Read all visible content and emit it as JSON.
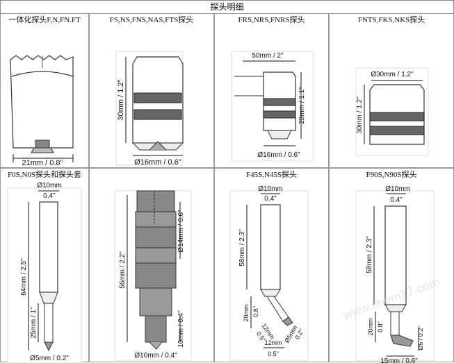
{
  "header": {
    "title": "探头明细"
  },
  "probes": [
    {
      "caption": "一体化探头F,N,FN.FT",
      "dims": {
        "width": "21mm / 0.8\""
      }
    },
    {
      "caption": "FS,NS,FNS,NAS,FTS探头",
      "dims": {
        "height": "30mm / 1.2\"",
        "diameter": "Ø16mm / 0.6\""
      }
    },
    {
      "caption": "FRS,NRS,FNRS探头",
      "dims": {
        "width": "50mm / 2\"",
        "height": "28mm / 1.1\"",
        "diameter": "Ø16mm / 0.6\""
      }
    },
    {
      "caption": "FNTS,FKS,NKS探头",
      "dims": {
        "diameter": "Ø30mm / 1.2\"",
        "height": "30mm / 1.2\""
      }
    },
    {
      "caption": "F0S,N0S探头和探头套",
      "dims": {
        "tip_mm": "Ø10mm",
        "tip_in": "0.4\"",
        "length": "64mm / 2.5\"",
        "lower": "25mm / 1\"",
        "base": "Ø5mm / 0.2\""
      }
    },
    {
      "caption": "",
      "dims": {
        "length": "56mm / 2.2\"",
        "diameter": "Ø14mm / 0.6\"",
        "lower": "10mm / 0.4\"",
        "base": "Ø10mm / 0.4\""
      }
    },
    {
      "caption": "F45S,N45S探头",
      "dims": {
        "tip_mm": "Ø10mm",
        "tip_in": "0.4\"",
        "length": "58mm / 2.3\"",
        "lower_mm": "20mm",
        "lower_in": "0.8\"",
        "angle_mm": "12mm",
        "angle_in": "0.5\"",
        "foot_mm": "12mm",
        "foot_in": "0.5\"",
        "small_mm": "Ø5mm",
        "small_in": "0.2\""
      }
    },
    {
      "caption": "F90S,N90S探头",
      "dims": {
        "tip_mm": "Ø10mm",
        "tip_in": "0.4\"",
        "length": "58mm / 2.3\"",
        "lower_mm": "20mm",
        "lower_in": "0.8\"",
        "small": "Ø5 / 0.2\"",
        "foot": "15mm / 0.6\""
      }
    }
  ],
  "watermark": "www.chem17.com"
}
